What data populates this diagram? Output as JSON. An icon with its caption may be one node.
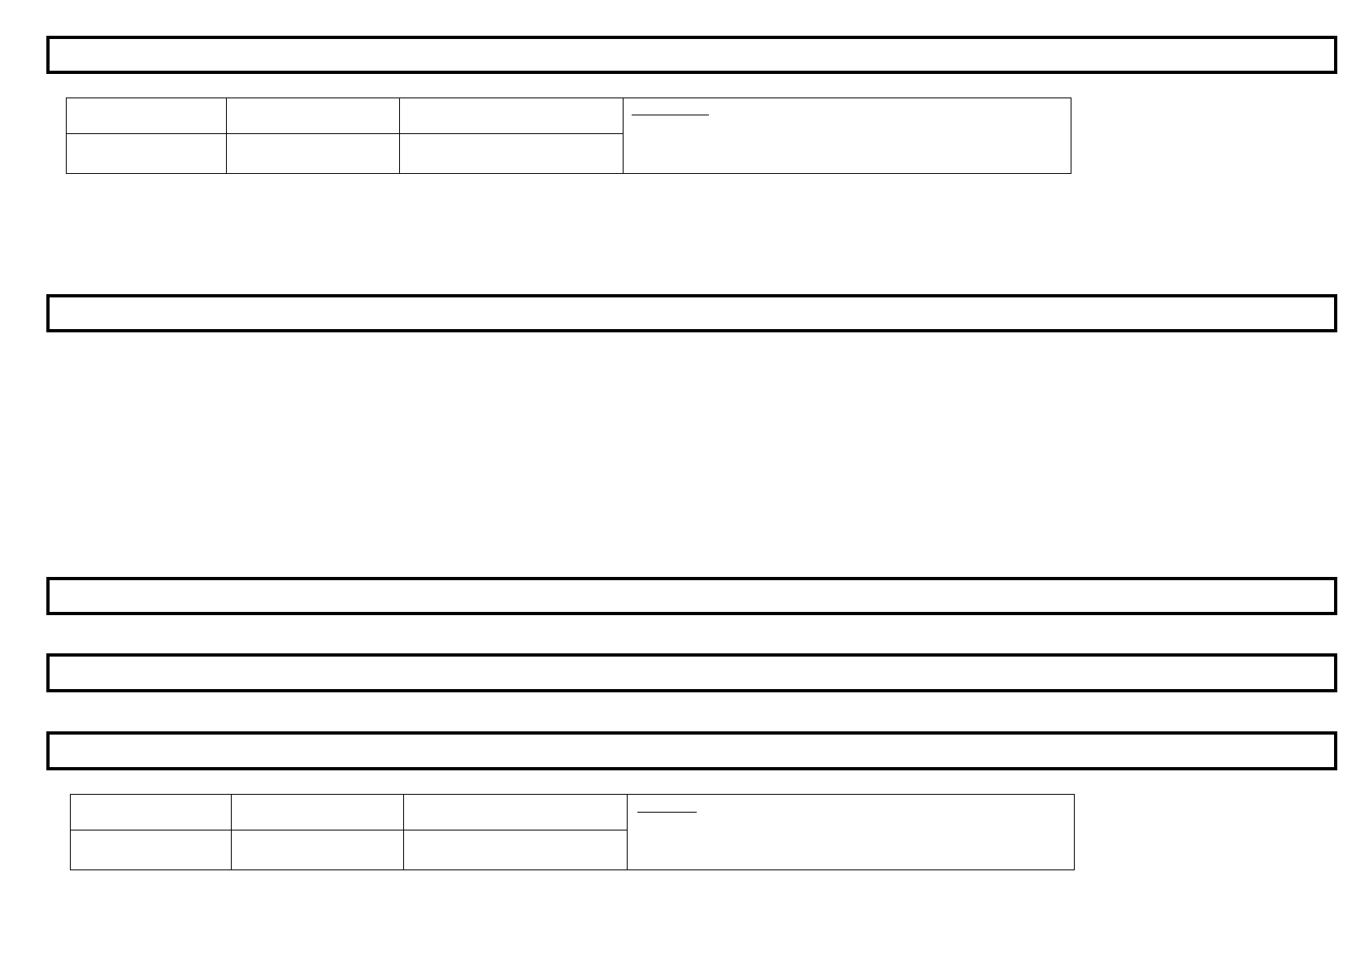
{
  "diagram": {
    "nodes": [
      {
        "text": [],
        "shape": "bar"
      },
      {
        "text": [],
        "shape": "table"
      },
      {
        "text": [],
        "shape": "bar"
      },
      {
        "text": [],
        "shape": "bar"
      },
      {
        "text": [],
        "shape": "bar"
      },
      {
        "text": [],
        "shape": "bar"
      },
      {
        "text": [],
        "shape": "table"
      }
    ]
  }
}
